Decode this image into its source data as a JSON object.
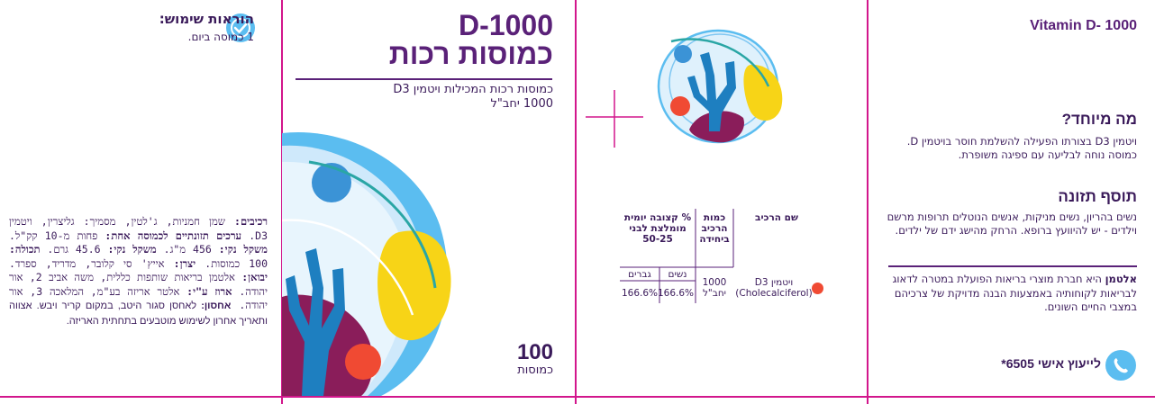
{
  "usage": {
    "heading": "הוראות שימוש:",
    "text": "1 כמוסה ביום."
  },
  "ingredients": {
    "components_label": "רכיבים:",
    "components_text": " שמן חמניות, ג'לטין, מסמיך: גליצרין, ויטמין D3. ",
    "nutrition_label": "ערכים תזונתיים לכמוסה אחת:",
    "nutrition_text": " פחות מ-10 קק\"ל. ",
    "weight_label": "משקל נקי:",
    "weight_text": " 456 מ\"ג. ",
    "weight2_label": "משקל נקי:",
    "weight2_text": " 45.6 גרם. ",
    "contents_label": "תכולה:",
    "contents_text": " 100 כמוסות. ",
    "maker_label": "יצרן:",
    "maker_text": " אייץ' סי קלובר, מדריד, ספרד. ",
    "importer_label": "יבואן:",
    "importer_text": " אלטמן בריאות שותפות כללית, משה אביב 2, אור יהודה. ",
    "packed_label": "ארוז ע\"י:",
    "packed_text": " אלטר אריזה בע\"מ, המלאכה 3, אור יהודה. ",
    "storage_label": "אחסון:",
    "storage_text": " לאחסן סגור היטב, במקום קריר ויבש. אצווה ותאריך אחרון לשימוש מוטבעים בתחתית האריזה."
  },
  "front": {
    "title_line1": "D-1000",
    "title_line2": "כמוסות רכות",
    "subtitle_line1": "כמוסות רכות המכילות ויטמין D3",
    "subtitle_line2": "1000 יחב\"ל",
    "count_number": "100",
    "count_label": "כמוסות"
  },
  "table": {
    "col_name": "שם הרכיב",
    "col_amount": "כמות הרכיב ביחידה",
    "col_percent": "% קצובה יומית מומלצת לבני 50-25",
    "col_women": "נשים",
    "col_men": "גברים",
    "row_name": "ויטמין D3 (Cholecalciferol)",
    "row_amount": "1000 יחב\"ל",
    "row_women": "166.6%",
    "row_men": "166.6%"
  },
  "right": {
    "brand_title": "Vitamin D- 1000",
    "special_heading": "מה מיוחד?",
    "special_text": "ויטמין D3 בצורתו הפעילה להשלמת חוסר בויטמין D. כמוסה נוחה לבליעה עם ספיגה משופרת.",
    "supplement_heading": "תוסף תזונה",
    "supplement_text": "נשים בהריון, נשים מניקות, אנשים הנוטלים תרופות מרשם וילדים - יש להיוועץ ברופא. הרחק מהישג ידם של ילדים.",
    "company_label": "אלטמן",
    "company_text": " היא חברת מוצרי בריאות הפועלת במטרה לדאוג לבריאות לקוחותיה באמצעות הבנה מדויקת של צרכיהם במצבי החיים השונים.",
    "consult_text": "לייעוץ אישי 6505*"
  },
  "colors": {
    "dieline": "#d2168c",
    "purple": "#5a2178",
    "light_blue": "#5bbdf0",
    "deep_blue": "#1e7fc0",
    "yellow": "#f7d417",
    "red_orange": "#f04a33",
    "wine": "#8a1d5a"
  },
  "icons": {
    "usage": "check-badge-icon",
    "consult": "phone-icon",
    "nutrient_dot": "red-dot-icon"
  }
}
